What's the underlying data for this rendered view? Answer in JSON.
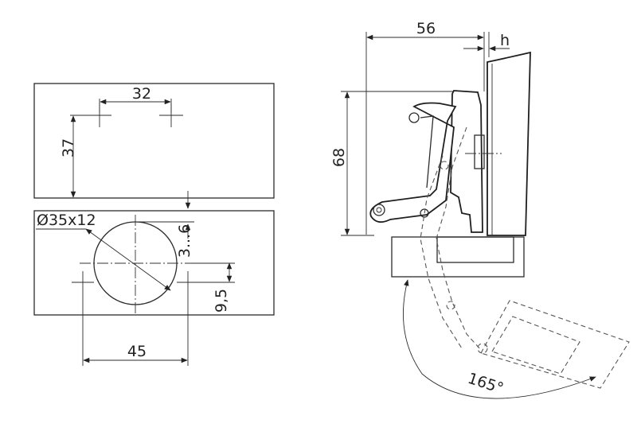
{
  "left_view": {
    "dim_hole_spacing": "32",
    "dim_vertical": "37",
    "dim_cup": "Ø35x12",
    "dim_edge": "3...6",
    "dim_offset": "9,5",
    "dim_width": "45"
  },
  "right_view": {
    "dim_depth": "56",
    "dim_h": "h",
    "dim_height": "68",
    "dim_angle": "165°"
  }
}
